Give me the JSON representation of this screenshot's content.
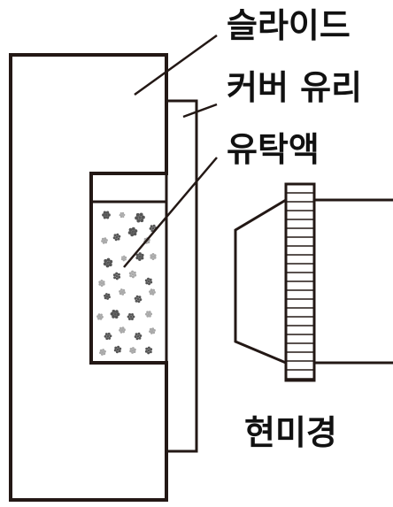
{
  "labels": {
    "slide": "슬라이드",
    "cover_glass": "커버 유리",
    "suspension": "유탁액",
    "microscope": "현미경"
  },
  "colors": {
    "stroke": "#231815",
    "particle_dark": "#555555",
    "particle_light": "#a8a8a8"
  }
}
